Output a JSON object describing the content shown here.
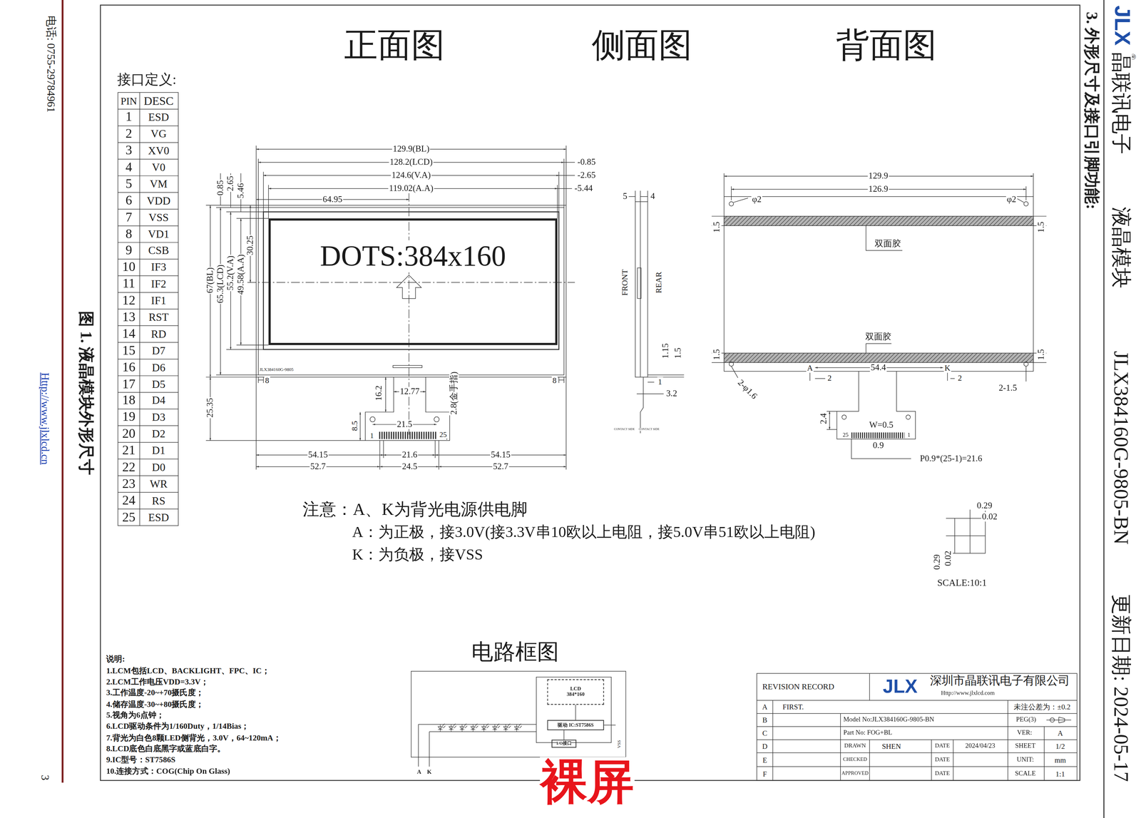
{
  "diagram": {
    "title": "3. 外形尺寸及接口引脚功能:",
    "caption": "图 1. 液晶模块外形尺寸",
    "nodes": [
      {
        "text": [
          "DOTS:384x160"
        ]
      },
      {
        "text": [
          "LCD",
          "384*160"
        ]
      },
      {
        "text": [
          "驱动 IC:ST7586S"
        ]
      },
      {
        "text": [
          "I/O接口"
        ]
      }
    ],
    "edges": [
      {
        "from": 1,
        "to": 2,
        "arrow": "none"
      }
    ],
    "labels": [
      "JLX",
      "®",
      "晶联讯电子",
      "液晶模块",
      "JLX384160G-9805-BN",
      "更新日期: 2024-05-17",
      "电话: 0755-29784961",
      "Http://www.jlxlcd.cn",
      "3",
      "正面图",
      "侧面图",
      "背面图",
      "接口定义:",
      "129.9(BL)",
      "128.2(LCD)",
      "-0.85",
      "124.6(V.A)",
      "-2.65",
      "119.02(A.A)",
      "-5.44",
      "64.95",
      "0.85",
      "2.65",
      "5.46",
      "30.25",
      "67(BL)",
      "65.3(LCD)",
      "55.2(V.A)",
      "49.58(A.A)",
      "25.35",
      "JLX384160G-9805",
      "8",
      "8",
      "16.2",
      "12.77",
      "2.8(金手指)",
      "21.5",
      "8.5",
      "1",
      "25",
      "54.15",
      "21.6",
      "54.15",
      "52.7",
      "24.5",
      "52.7",
      "5",
      "4",
      "FRONT",
      "REAR",
      "1.15",
      "1.5",
      "1",
      "3.2",
      "CONTACT SIDE",
      "CONTACT SIDE",
      "129.9",
      "126.9",
      "φ2",
      "φ2",
      "1.5",
      "1.5",
      "双面胶",
      "双面胶",
      "1.5",
      "1.5",
      "A",
      "2",
      "54.4",
      "K",
      "2",
      "2-φ1.6",
      "2-1.5",
      "2.4",
      "W=0.5",
      "25",
      "1",
      "0.9",
      "P0.9*(25-1)=21.6",
      "注意：A、K为背光电源供电脚",
      "A：为正极，接3.0V(接3.3V串10欧以上电阻，接5.0V串51欧以上电阻)",
      "K：为负极，接VSS",
      "0.29",
      "0.02",
      "0.29",
      "0.02",
      "SCALE:10:1",
      "电路框图",
      "VSS",
      "A",
      "K",
      "说明:",
      "1.LCM包括LCD、BACKLIGHT、FPC、IC；",
      "2.LCM工作电压VDD=3.3V；",
      "3.工作温度-20~+70摄氏度；",
      "4.储存温度-30~+80摄氏度；",
      "5.视角为6点钟；",
      "6.LCD驱动条件为1/160Duty，1/14Bias；",
      "7.背光为白色8颗LED侧背光，3.0V，64~120mA；",
      "8.LCD底色白底黑字或蓝底白字。",
      "9.IC型号：ST7586S",
      "10.连接方式：COG(Chip On Glass)",
      "裸屏",
      "PIN",
      "DESC",
      "1",
      "ESD",
      "2",
      "VG",
      "3",
      "XV0",
      "4",
      "V0",
      "5",
      "VM",
      "6",
      "VDD",
      "7",
      "VSS",
      "8",
      "VD1",
      "9",
      "CSB",
      "10",
      "IF3",
      "11",
      "IF2",
      "12",
      "IF1",
      "13",
      "RST",
      "14",
      "RD",
      "15",
      "D7",
      "16",
      "D6",
      "17",
      "D5",
      "18",
      "D4",
      "19",
      "D3",
      "20",
      "D2",
      "21",
      "D1",
      "22",
      "D0",
      "23",
      "WR",
      "24",
      "RS",
      "25",
      "ESD",
      "REVISION RECORD",
      "JLX",
      "深圳市晶联讯电子有限公司",
      "Http://www.jlxlcd.com",
      "A",
      "FIRST.",
      "未注公差为：±0.2",
      "B",
      "Model No:JLX384160G-9805-BN",
      "PEG(3)",
      "C",
      "Part No: FOG+BL",
      "VER:",
      "A",
      "D",
      "DRAWN",
      "SHEN",
      "DATE",
      "2024/04/23",
      "SHEET",
      "1/2",
      "E",
      "CHECKED",
      "DATE",
      "UNIT:",
      "mm",
      "F",
      "APPROVED",
      "DATE",
      "SCALE",
      "1:1"
    ]
  }
}
